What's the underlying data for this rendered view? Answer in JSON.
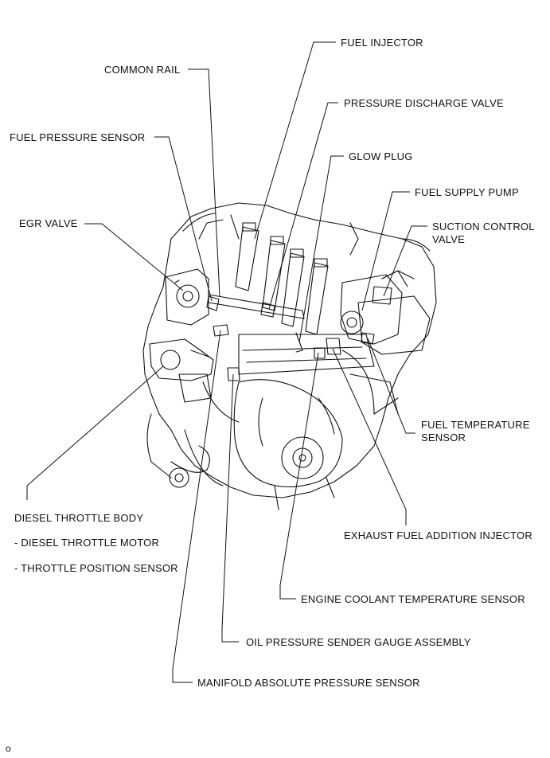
{
  "labels": {
    "fuel_injector": "FUEL INJECTOR",
    "common_rail": "COMMON RAIL",
    "pressure_discharge_valve": "PRESSURE DISCHARGE VALVE",
    "fuel_pressure_sensor": "FUEL PRESSURE SENSOR",
    "glow_plug": "GLOW PLUG",
    "fuel_supply_pump": "FUEL SUPPLY PUMP",
    "egr_valve": "EGR VALVE",
    "suction_control_valve_l1": "SUCTION CONTROL",
    "suction_control_valve_l2": "VALVE",
    "fuel_temperature_sensor_l1": "FUEL TEMPERATURE",
    "fuel_temperature_sensor_l2": "SENSOR",
    "diesel_throttle_body": "DIESEL THROTTLE BODY",
    "diesel_throttle_motor": "- DIESEL THROTTLE MOTOR",
    "throttle_position_sensor": "- THROTTLE POSITION SENSOR",
    "exhaust_fuel_addition_injector": "EXHAUST FUEL ADDITION INJECTOR",
    "engine_coolant_temperature_sensor": "ENGINE COOLANT TEMPERATURE SENSOR",
    "oil_pressure_sender_gauge_assembly": "OIL PRESSURE SENDER GAUGE ASSEMBLY",
    "manifold_absolute_pressure_sensor": "MANIFOLD ABSOLUTE PRESSURE SENSOR"
  },
  "figure_code": "o",
  "colors": {
    "ink": "#111111",
    "background": "#ffffff"
  }
}
